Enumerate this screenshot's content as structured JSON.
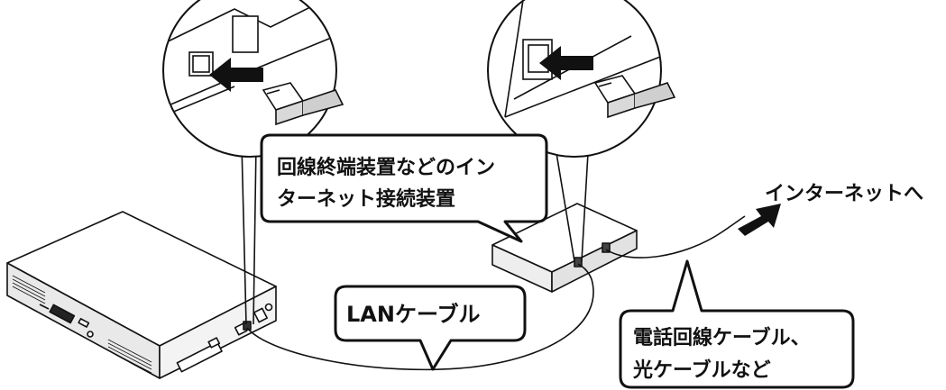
{
  "labels": {
    "device_callout_line1": "回線終端装置などのイン",
    "device_callout_line2": "ターネット接続装置",
    "internet": "インターネットへ",
    "lan_cable": "LANケーブル",
    "phone_callout_line1": "電話回線ケーブル、",
    "phone_callout_line2": "光ケーブルなど"
  },
  "colors": {
    "line": "#111111",
    "fill": "#ffffff",
    "shade": "#e6e6e6",
    "dark_shade": "#bdbdbd"
  },
  "icons": {
    "arrow_left_1": "arrow-left-icon",
    "arrow_left_2": "arrow-left-icon",
    "arrow_internet": "arrow-up-right-icon"
  }
}
